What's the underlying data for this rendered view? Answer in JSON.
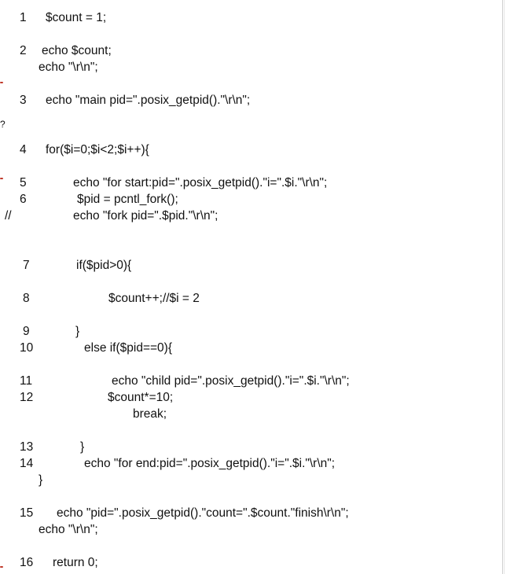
{
  "document": {
    "lines": [
      {
        "num": "1",
        "code": "$count = 1;"
      },
      {
        "num": "2",
        "code": "echo $count;"
      },
      {
        "num": "",
        "code": "echo \"\\r\\n\";"
      },
      {
        "num": "3",
        "code": "echo \"main pid=\".posix_getpid().\"\\r\\n\";"
      },
      {
        "num": "",
        "code": "?"
      },
      {
        "num": "4",
        "code": "for($i=0;$i<2;$i++){"
      },
      {
        "num": "5",
        "code": "echo \"for start:pid=\".posix_getpid().\"i=\".$i.\"\\r\\n\";"
      },
      {
        "num": "6",
        "code": "$pid = pcntl_fork();"
      },
      {
        "num": "",
        "code": "//"
      },
      {
        "num": "",
        "code": "echo \"fork pid=\".$pid.\"\\r\\n\";"
      },
      {
        "num": "7",
        "code": "if($pid>0){"
      },
      {
        "num": "8",
        "code": "$count++;//$i = 2"
      },
      {
        "num": "9",
        "code": "}"
      },
      {
        "num": "10",
        "code": "else if($pid==0){"
      },
      {
        "num": "11",
        "code": "echo \"child pid=\".posix_getpid().\"i=\".$i.\"\\r\\n\";"
      },
      {
        "num": "12",
        "code": "$count*=10;"
      },
      {
        "num": "",
        "code": "break;"
      },
      {
        "num": "13",
        "code": "}"
      },
      {
        "num": "14",
        "code": "echo \"for end:pid=\".posix_getpid().\"i=\".$i.\"\\r\\n\";"
      },
      {
        "num": "",
        "code": "}"
      },
      {
        "num": "15",
        "code": "echo \"pid=\".posix_getpid().\"count=\".$count.\"finish\\r\\n\";"
      },
      {
        "num": "",
        "code": "echo \"\\r\\n\";"
      },
      {
        "num": "16",
        "code": "return 0;"
      }
    ]
  }
}
